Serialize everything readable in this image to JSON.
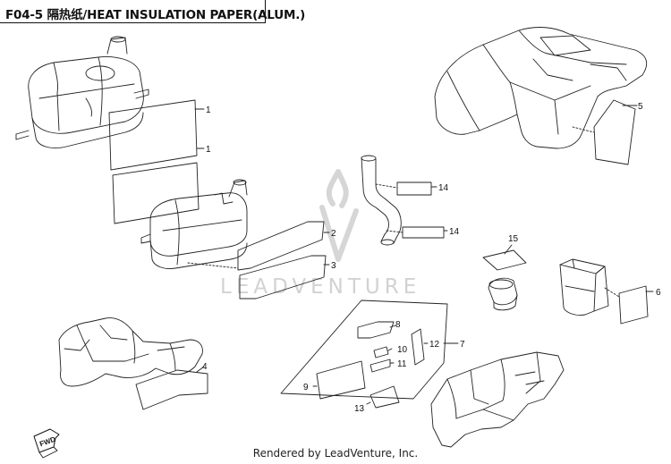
{
  "diagram": {
    "title": "F04-5 隔热纸/HEAT INSULATION PAPER(ALUM.)",
    "watermark": "LEADVENTURE",
    "footer": "Rendered by LeadVenture, Inc.",
    "direction_marker": "FWD",
    "callouts": [
      {
        "id": "callout-1-upper",
        "label": "1"
      },
      {
        "id": "callout-1-lower",
        "label": "1"
      },
      {
        "id": "callout-2",
        "label": "2"
      },
      {
        "id": "callout-3",
        "label": "3"
      },
      {
        "id": "callout-4",
        "label": "4"
      },
      {
        "id": "callout-5",
        "label": "5"
      },
      {
        "id": "callout-6",
        "label": "6"
      },
      {
        "id": "callout-7",
        "label": "7"
      },
      {
        "id": "callout-8",
        "label": "8"
      },
      {
        "id": "callout-9",
        "label": "9"
      },
      {
        "id": "callout-10",
        "label": "10"
      },
      {
        "id": "callout-11",
        "label": "11"
      },
      {
        "id": "callout-12",
        "label": "12"
      },
      {
        "id": "callout-13",
        "label": "13"
      },
      {
        "id": "callout-14-upper",
        "label": "14"
      },
      {
        "id": "callout-14-lower",
        "label": "14"
      },
      {
        "id": "callout-15",
        "label": "15"
      }
    ]
  }
}
